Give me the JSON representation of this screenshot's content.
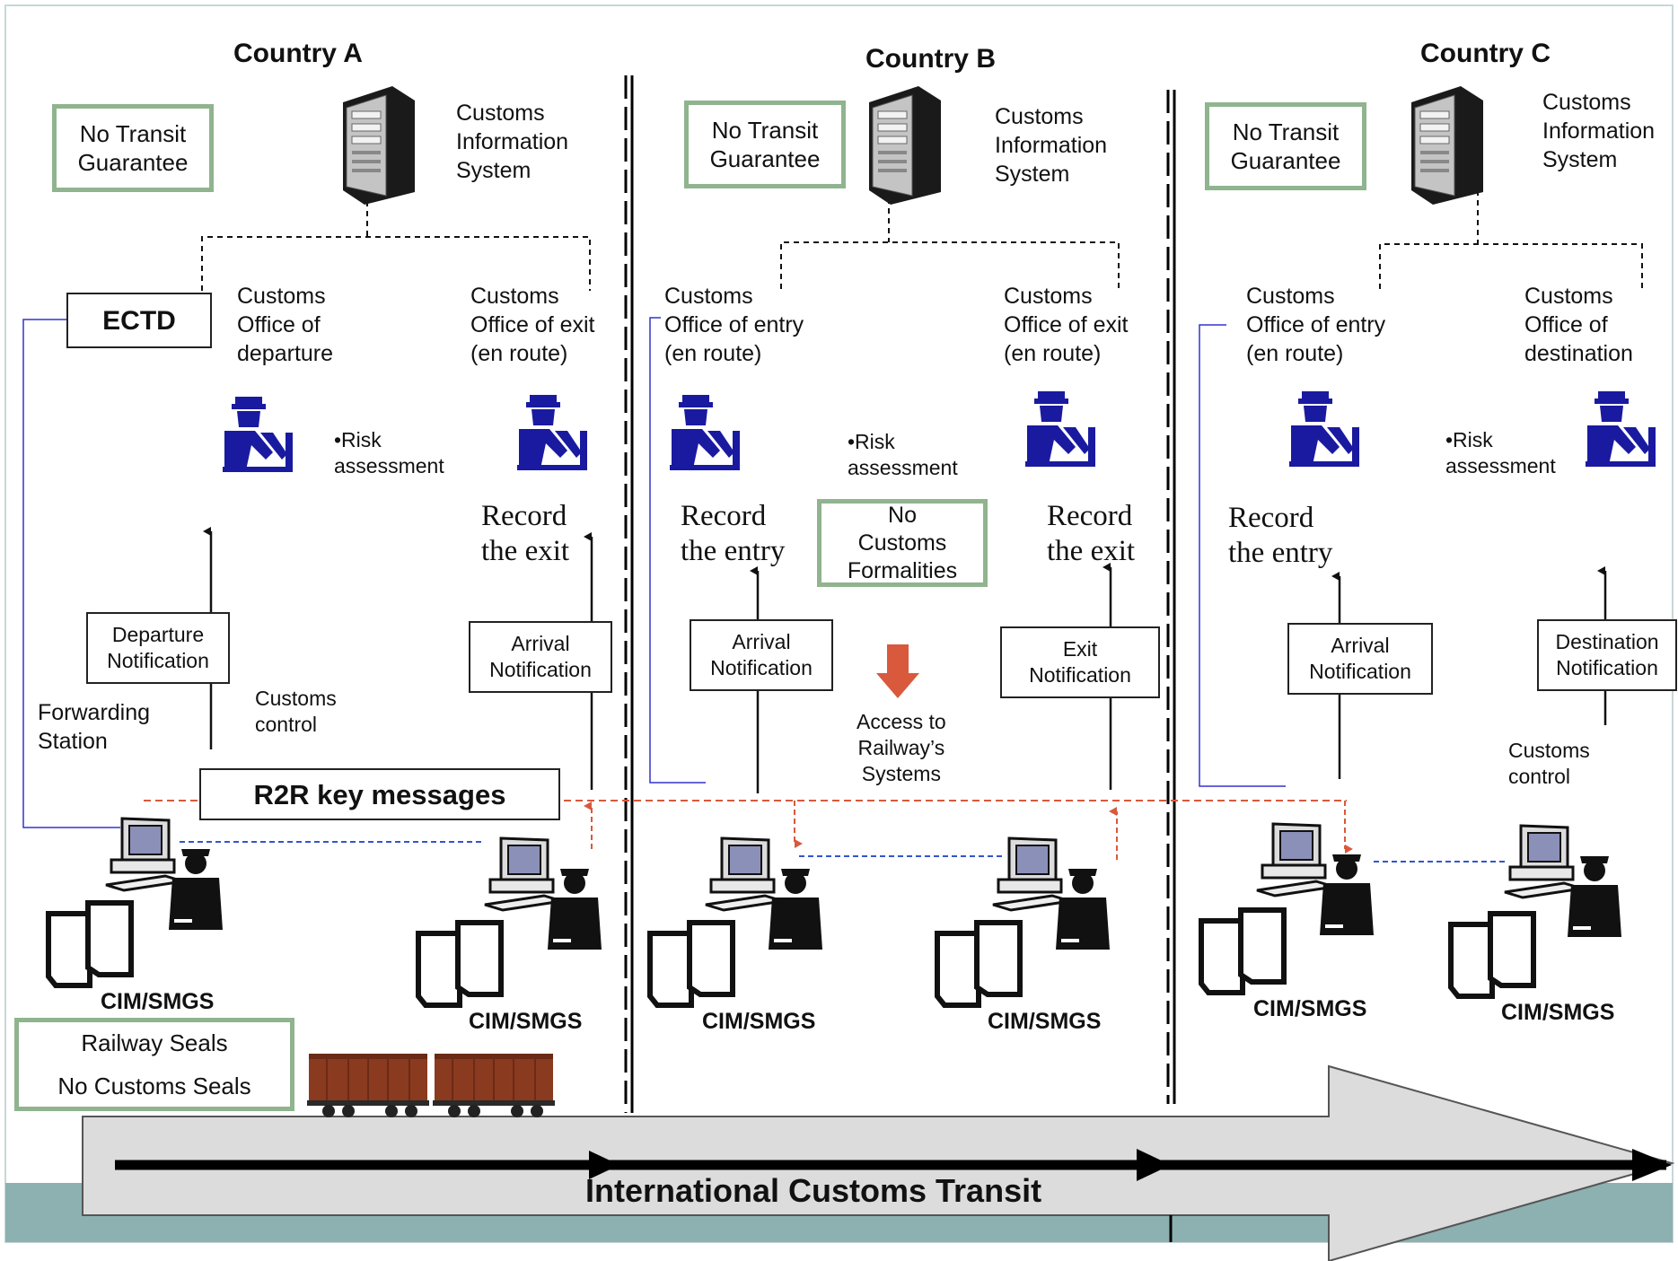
{
  "colors": {
    "green_box": "#8fb48e",
    "blue_officer": "#1a1aa0",
    "red_arrow": "#d9593c",
    "blue_link": "#3355cc",
    "teal_band": "#8cb1b0",
    "arrow_fill": "#dcdcdc"
  },
  "countries": [
    {
      "title": "Country A",
      "guarantee": "No Transit\nGuarantee",
      "server_label": "Customs\nInformation\nSystem",
      "ectd": "ECTD",
      "office_left": "Customs\nOffice of\ndeparture",
      "office_right": "Customs\nOffice of exit\n(en route)",
      "risk": "•Risk\nassessment",
      "record_right": "Record\nthe exit",
      "notification_left": "Departure\nNotification",
      "notification_right": "Arrival\nNotification",
      "forwarding": "Forwarding\nStation",
      "customs_control": "Customs\ncontrol",
      "cim_left": "CIM/SMGS",
      "cim_right": "CIM/SMGS"
    },
    {
      "title": "Country B",
      "guarantee": "No Transit\nGuarantee",
      "server_label": "Customs\nInformation\nSystem",
      "office_left": "Customs\nOffice of entry\n(en route)",
      "office_right": "Customs\nOffice of exit\n(en route)",
      "risk": "•Risk\nassessment",
      "record_left": "Record\nthe entry",
      "record_right": "Record\nthe exit",
      "no_formalities": "No\nCustoms\nFormalities",
      "notification_left": "Arrival\nNotification",
      "notification_right": "Exit\nNotification",
      "access": "Access to\nRailway’s\nSystems",
      "cim_left": "CIM/SMGS",
      "cim_right": "CIM/SMGS"
    },
    {
      "title": "Country C",
      "guarantee": "No Transit\nGuarantee",
      "server_label": "Customs\nInformation\nSystem",
      "office_left": "Customs\nOffice of entry\n(en route)",
      "office_right": "Customs\nOffice of\ndestination",
      "risk": "•Risk\nassessment",
      "record_left": "Record\nthe entry",
      "notification_left": "Arrival\nNotification",
      "notification_right": "Destination\nNotification",
      "customs_control": "Customs\ncontrol",
      "cim_left": "CIM/SMGS",
      "cim_right": "CIM/SMGS"
    }
  ],
  "r2r": "R2R key messages",
  "seals": {
    "line1": "Railway Seals",
    "line2": "No Customs Seals"
  },
  "transit_label": "International Customs Transit",
  "icons": {
    "server": "server-tower-icon",
    "officer": "customs-officer-icon",
    "workstation": "computer-operator-icon",
    "documents": "documents-icon",
    "wagon": "freight-wagon-icon",
    "down_arrow": "red-down-arrow-icon"
  }
}
